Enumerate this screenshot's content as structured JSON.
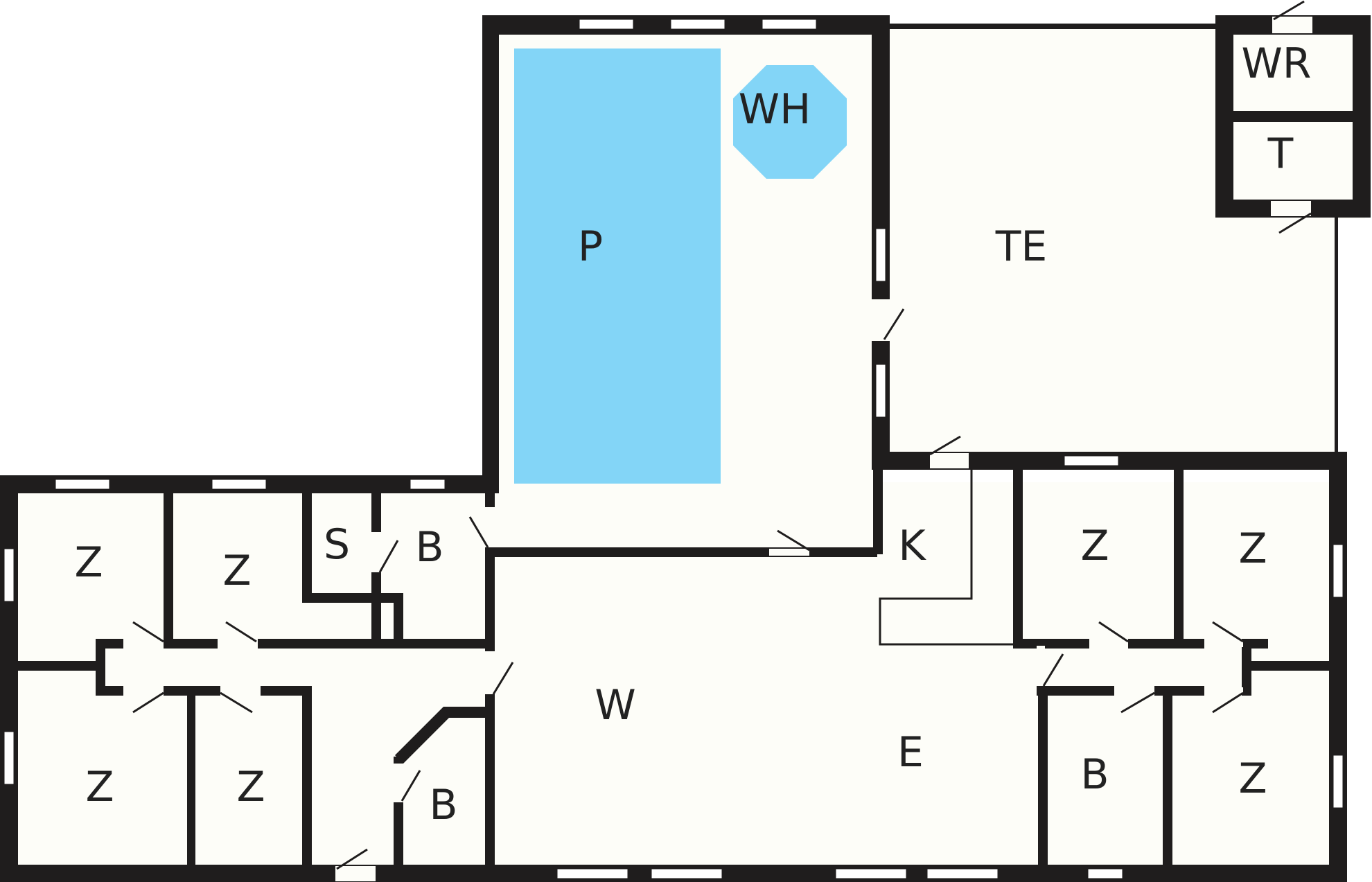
{
  "floorplan": {
    "colors": {
      "wall": "#1f1d1d",
      "floor": "#fdfdf8",
      "water": "#83d5f7",
      "text": "#222222"
    },
    "rooms": {
      "pool": "P",
      "whirlpool": "WH",
      "terrace": "TE",
      "washroom": "WR",
      "toilet": "T",
      "sauna": "S",
      "bath_west_top": "B",
      "bath_west_bottom": "B",
      "bath_east": "B",
      "kitchen": "K",
      "living": "W",
      "dining": "E",
      "bedroom_1": "Z",
      "bedroom_2": "Z",
      "bedroom_3": "Z",
      "bedroom_4": "Z",
      "bedroom_5": "Z",
      "bedroom_6": "Z",
      "bedroom_7": "Z"
    }
  }
}
